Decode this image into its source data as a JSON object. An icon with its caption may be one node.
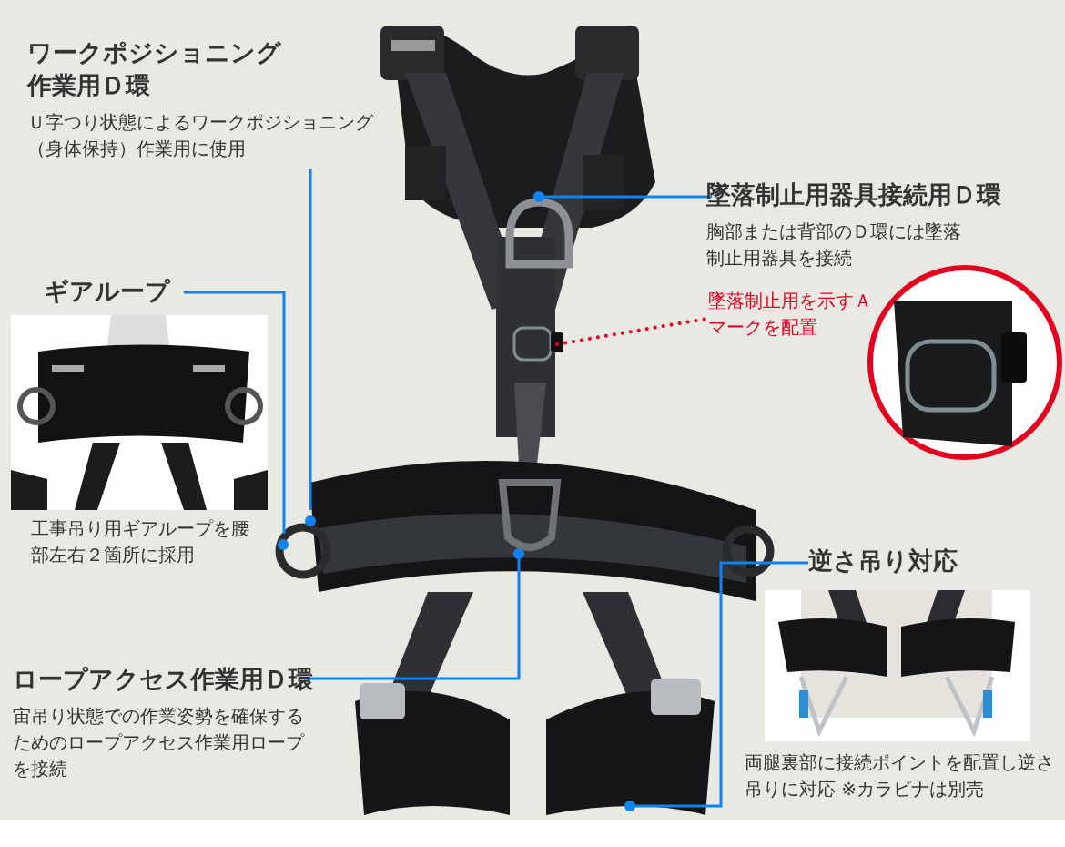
{
  "diagram": {
    "nodes": [
      {
        "text": [
          "ワークポジショニング作業用Ｄ環",
          "Ｕ字つり状態によるワークポジショニング（身体保持）作業用に使用"
        ]
      },
      {
        "text": [
          "ギアループ"
        ]
      },
      {
        "text": [],
        "shape": "picture",
        "beside": [
          "工事吊り用ギアループを腰部左右２箇所に採用"
        ]
      },
      {
        "text": [],
        "shape": "picture"
      },
      {
        "text": [],
        "shape": "circle",
        "in": 3
      },
      {
        "text": [],
        "shape": "circle",
        "in": 3
      },
      {
        "text": [],
        "shape": "circle",
        "in": 3
      },
      {
        "text": [],
        "shape": "circle",
        "in": 3
      },
      {
        "text": [],
        "shape": "circle",
        "in": 3
      },
      {
        "text": [
          "墜落制止用器具接続用Ｄ環",
          "胸部または背部のＤ環には墜落制止用器具を接続"
        ]
      },
      {
        "text": [
          "墜落制止用を示すＡマークを配置"
        ]
      },
      {
        "text": [],
        "shape": "picture"
      },
      {
        "text": [
          "ロープアクセス作業用Ｄ環",
          "宙吊り状態での作業姿勢を確保するためのロープアクセス作業用ロープを接続"
        ]
      },
      {
        "text": [
          "逆さ吊り対応"
        ]
      },
      {
        "text": [],
        "shape": "picture",
        "beside": [
          "両腿裏部に接続ポイントを配置し逆さ吊りに対応 ※カラビナは別売"
        ]
      }
    ],
    "edges": [
      {
        "from": 0,
        "to": 4,
        "arrow": "none"
      },
      {
        "from": 1,
        "to": 5,
        "arrow": "none"
      },
      {
        "from": 9,
        "to": 6,
        "arrow": "none"
      },
      {
        "from": null,
        "to": 10,
        "arrow": "none",
        "style": "dashed",
        "color": "#e60020"
      },
      {
        "from": 12,
        "to": 7,
        "arrow": "none"
      },
      {
        "from": 13,
        "to": 8,
        "arrow": "none"
      }
    ]
  }
}
